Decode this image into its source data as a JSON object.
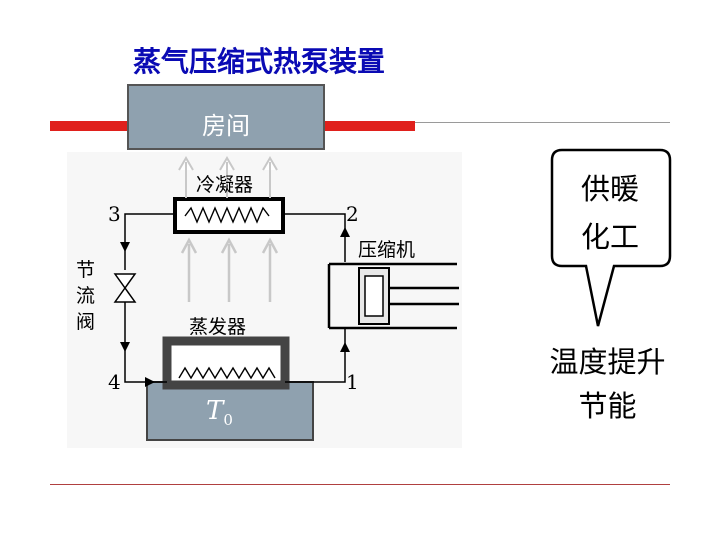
{
  "slide": {
    "title": "蒸气压缩式热泵装置",
    "room_label": "房间",
    "benefit_line1": "温度提升",
    "benefit_line2": "节能",
    "bubble_line1": "供暖",
    "bubble_line2": "化工"
  },
  "diagram": {
    "condenser_label": "冷凝器",
    "evaporator_label": "蒸发器",
    "compressor_label": "压缩机",
    "valve_label": "节流阀",
    "source_symbol": "T",
    "source_subscript": "0",
    "state_points": [
      "1",
      "2",
      "3",
      "4"
    ]
  },
  "colors": {
    "title": "#0a0ab4",
    "accent_bar": "#e0201c",
    "room_fill": "#8fa1af",
    "source_fill": "#8fa1af"
  }
}
